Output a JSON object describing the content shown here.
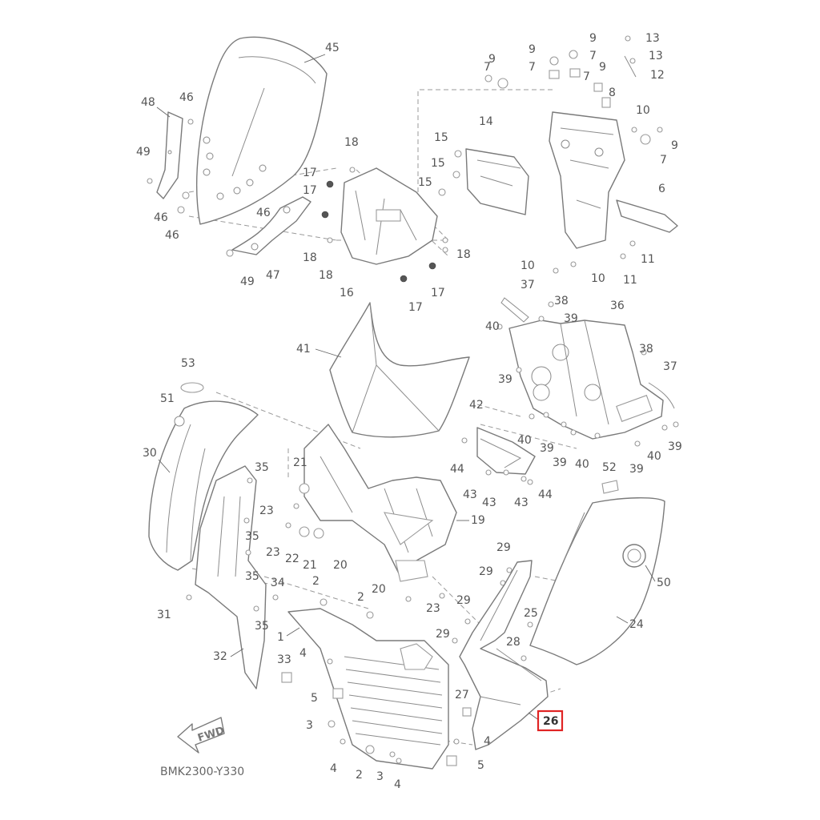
{
  "diagram": {
    "catalog_code": "BMK2300-Y330",
    "direction_label": "FWD",
    "highlighted_part": "26",
    "highlight_color": "#e02424",
    "line_color": "#7a7a7a",
    "callouts": {
      "p1": "1",
      "p2a": "2",
      "p2b": "2",
      "p2c": "2",
      "p3a": "3",
      "p3b": "3",
      "p4a": "4",
      "p4b": "4",
      "p4c": "4",
      "p4d": "4",
      "p5a": "5",
      "p5b": "5",
      "p6": "6",
      "p7a": "7",
      "p7b": "7",
      "p7c": "7",
      "p7d": "7",
      "p7e": "7",
      "p8": "8",
      "p9a": "9",
      "p9b": "9",
      "p9c": "9",
      "p9d": "9",
      "p9e": "9",
      "p10a": "10",
      "p10b": "10",
      "p10c": "10",
      "p11a": "11",
      "p11b": "11",
      "p12": "12",
      "p13a": "13",
      "p13b": "13",
      "p14": "14",
      "p15a": "15",
      "p15b": "15",
      "p15c": "15",
      "p16": "16",
      "p17a": "17",
      "p17b": "17",
      "p17c": "17",
      "p17d": "17",
      "p18a": "18",
      "p18b": "18",
      "p18c": "18",
      "p18d": "18",
      "p19": "19",
      "p20a": "20",
      "p20b": "20",
      "p21a": "21",
      "p21b": "21",
      "p22": "22",
      "p23a": "23",
      "p23b": "23",
      "p23c": "23",
      "p24": "24",
      "p25": "25",
      "p27": "27",
      "p28": "28",
      "p29a": "29",
      "p29b": "29",
      "p29c": "29",
      "p29d": "29",
      "p30": "30",
      "p31": "31",
      "p32": "32",
      "p33": "33",
      "p34": "34",
      "p35a": "35",
      "p35b": "35",
      "p35c": "35",
      "p35d": "35",
      "p36": "36",
      "p37a": "37",
      "p37b": "37",
      "p38a": "38",
      "p38b": "38",
      "p39a": "39",
      "p39b": "39",
      "p39c": "39",
      "p39d": "39",
      "p39e": "39",
      "p39f": "39",
      "p40a": "40",
      "p40b": "40",
      "p40c": "40",
      "p40d": "40",
      "p41": "41",
      "p42": "42",
      "p43a": "43",
      "p43b": "43",
      "p43c": "43",
      "p44a": "44",
      "p44b": "44",
      "p45": "45",
      "p46a": "46",
      "p46b": "46",
      "p46c": "46",
      "p46d": "46",
      "p47": "47",
      "p48": "48",
      "p49a": "49",
      "p49b": "49",
      "p50": "50",
      "p51": "51",
      "p52": "52",
      "p53": "53"
    }
  }
}
